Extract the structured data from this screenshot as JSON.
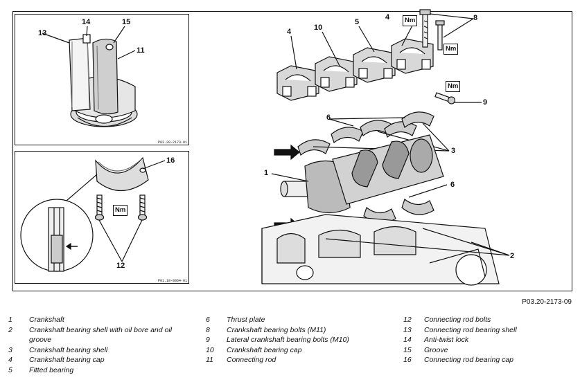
{
  "figure_ref": "P03.20-2173-09",
  "inset_refs": [
    "P03.20-2173-01",
    "P01.10-0064-01"
  ],
  "nm_label": "Nm",
  "callouts": {
    "c1": "1",
    "c2": "2",
    "c3": "3",
    "c4a": "4",
    "c4b": "4",
    "c5": "5",
    "c6a": "6",
    "c6b": "6",
    "c8": "8",
    "c9": "9",
    "c10": "10",
    "c11": "11",
    "c12": "12",
    "c13": "13",
    "c14": "14",
    "c15": "15",
    "c16": "16"
  },
  "legend": [
    [
      {
        "num": "1",
        "text": "Crankshaft"
      },
      {
        "num": "2",
        "text": "Crankshaft bearing shell with oil bore and oil groove"
      },
      {
        "num": "3",
        "text": "Crankshaft bearing shell"
      },
      {
        "num": "4",
        "text": "Crankshaft bearing cap"
      },
      {
        "num": "5",
        "text": "Fitted bearing"
      }
    ],
    [
      {
        "num": "6",
        "text": "Thrust plate"
      },
      {
        "num": "8",
        "text": "Crankshaft bearing bolts (M11)"
      },
      {
        "num": "9",
        "text": "Lateral crankshaft bearing bolts (M10)"
      },
      {
        "num": "10",
        "text": "Crankshaft bearing cap"
      },
      {
        "num": "11",
        "text": "Connecting rod"
      }
    ],
    [
      {
        "num": "12",
        "text": "Connecting rod bolts"
      },
      {
        "num": "13",
        "text": "Connecting rod bearing shell"
      },
      {
        "num": "14",
        "text": "Anti-twist lock"
      },
      {
        "num": "15",
        "text": "Groove"
      },
      {
        "num": "16",
        "text": "Connecting rod bearing cap"
      }
    ]
  ]
}
